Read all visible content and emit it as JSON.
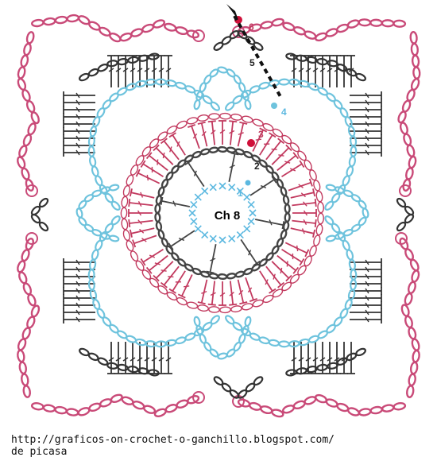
{
  "diagram": {
    "center_label": "Ch 8",
    "round_numbers": [
      "1",
      "2",
      "3",
      "4",
      "5",
      "6"
    ],
    "colors": {
      "round1": "#5bb8e0",
      "round2": "#444444",
      "round3": "#c23a5f",
      "round4": "#6ec3dd",
      "round5": "#333333",
      "round6": "#c94a78",
      "marker": "#111111",
      "start_dot": "#d0103a"
    },
    "symbols": [
      "chain",
      "double-crochet",
      "slip-stitch",
      "single-crochet"
    ]
  },
  "caption": {
    "line1": "http://graficos-on-crochet-o-ganchillo.blogspot.com/",
    "line2": "de picasa"
  }
}
